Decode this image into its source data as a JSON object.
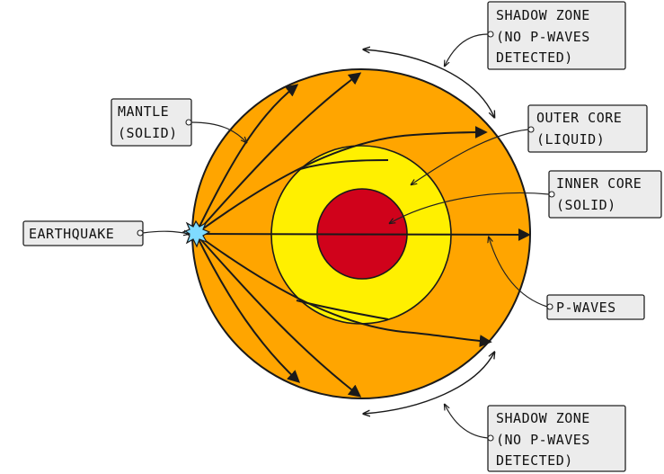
{
  "labels": {
    "mantle": [
      "MANTLE",
      "(SOLID)"
    ],
    "earthquake": [
      "EARTHQUAKE"
    ],
    "shadow_zone_top": [
      "SHADOW ZONE",
      "(NO P-WAVES",
      "DETECTED)"
    ],
    "outer_core": [
      "OUTER CORE",
      "(LIQUID)"
    ],
    "inner_core": [
      "INNER CORE",
      "(SOLID)"
    ],
    "p_waves": [
      "P-WAVES"
    ],
    "shadow_zone_bottom": [
      "SHADOW ZONE",
      "(NO P-WAVES",
      "DETECTED)"
    ]
  },
  "colors": {
    "mantle": "#FFA500",
    "outer_core": "#FFF000",
    "inner_core": "#D0021B",
    "epicenter": "#7FDBFF",
    "label_fill": "#ECECEC"
  },
  "icons": {
    "epicenter": "earthquake-star-icon"
  }
}
